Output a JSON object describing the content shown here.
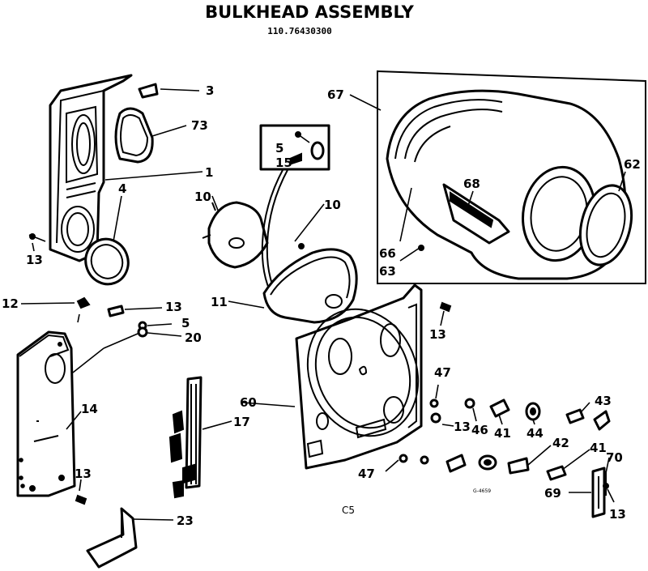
{
  "title": "BULKHEAD ASSEMBLY",
  "model_number": "110.76430300",
  "figure_code": "C5",
  "drawing_number": "G-4659",
  "labels": {
    "p1": "1",
    "p3": "3",
    "p4": "4",
    "p5a": "5",
    "p5b": "5",
    "p10a": "10",
    "p10b": "10",
    "p11": "11",
    "p12": "12",
    "p13a": "13",
    "p13b": "13",
    "p13c": "13",
    "p13d": "13",
    "p13e": "13",
    "p13f": "13",
    "p14": "14",
    "p15": "15",
    "p17": "17",
    "p20": "20",
    "p23": "23",
    "p41a": "41",
    "p41b": "41",
    "p42": "42",
    "p43": "43",
    "p44": "44",
    "p46": "46",
    "p47a": "47",
    "p47b": "47",
    "p60": "60",
    "p62": "62",
    "p63": "63",
    "p66": "66",
    "p67": "67",
    "p68": "68",
    "p69": "69",
    "p70": "70",
    "p73": "73"
  }
}
